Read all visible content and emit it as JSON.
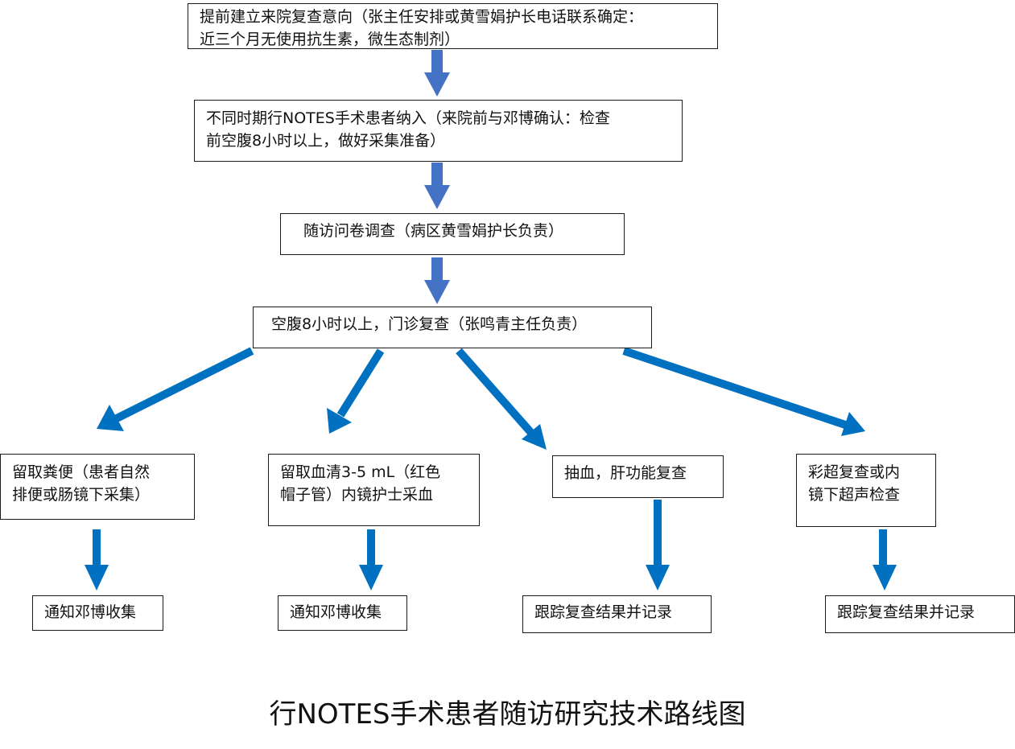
{
  "steps": {
    "step1": "提前建立来院复查意向（张主任安排或黄雪娟护长电话联系确定：\n近三个月无使用抗生素，微生态制剂）",
    "step2": "不同时期行NOTES手术患者纳入（来院前与邓博确认：检查\n前空腹8小时以上，做好采集准备）",
    "step3": "随访问卷调查（病区黄雪娟护长负责）",
    "step4": "空腹8小时以上，门诊复查（张鸣青主任负责）"
  },
  "branches": {
    "b1": "留取粪便（患者自然\n排便或肠镜下采集）",
    "b2": "留取血清3-5  mL（红色\n帽子管）内镜护士采血",
    "b3": "抽血，肝功能复查",
    "b4": "彩超复查或内\n镜下超声检查"
  },
  "outcomes": {
    "o1": "通知邓博收集",
    "o2": "通知邓博收集",
    "o3": "跟踪复查结果并记录",
    "o4": "跟踪复查结果并记录"
  },
  "caption": "行NOTES手术患者随访研究技术路线图",
  "colors": {
    "top_arrow": "#4472C4",
    "branch_arrow": "#0070C0",
    "border": "#1a1a1a"
  }
}
